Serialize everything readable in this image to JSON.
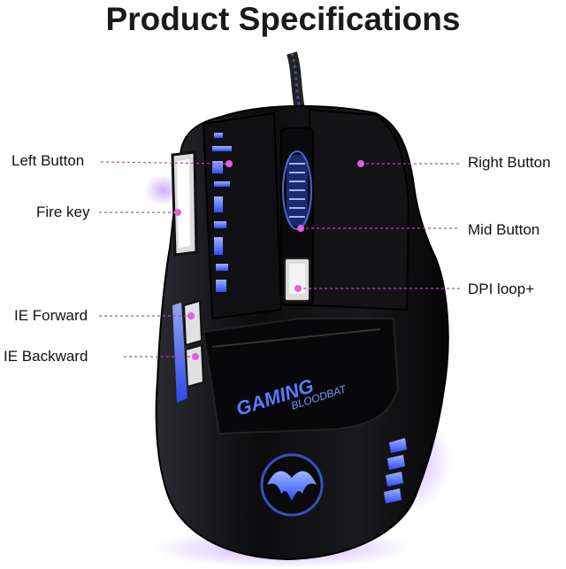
{
  "title": "Product Specifications",
  "callouts": {
    "left_button": "Left Button",
    "fire_key": "Fire key",
    "ie_forward": "IE Forward",
    "ie_backward": "IE Backward",
    "right_button": "Right Button",
    "mid_button": "Mid Button",
    "dpi_loop": "DPI loop+"
  },
  "mouse_branding": {
    "brand": "GAMING",
    "model": "BLOODBAT"
  },
  "colors": {
    "callout_line": "#c040c0",
    "callout_dot": "#e060e0",
    "led_blue": "#3a6bff",
    "led_glow": "#8a5cff",
    "body": "#0b0b0d"
  }
}
